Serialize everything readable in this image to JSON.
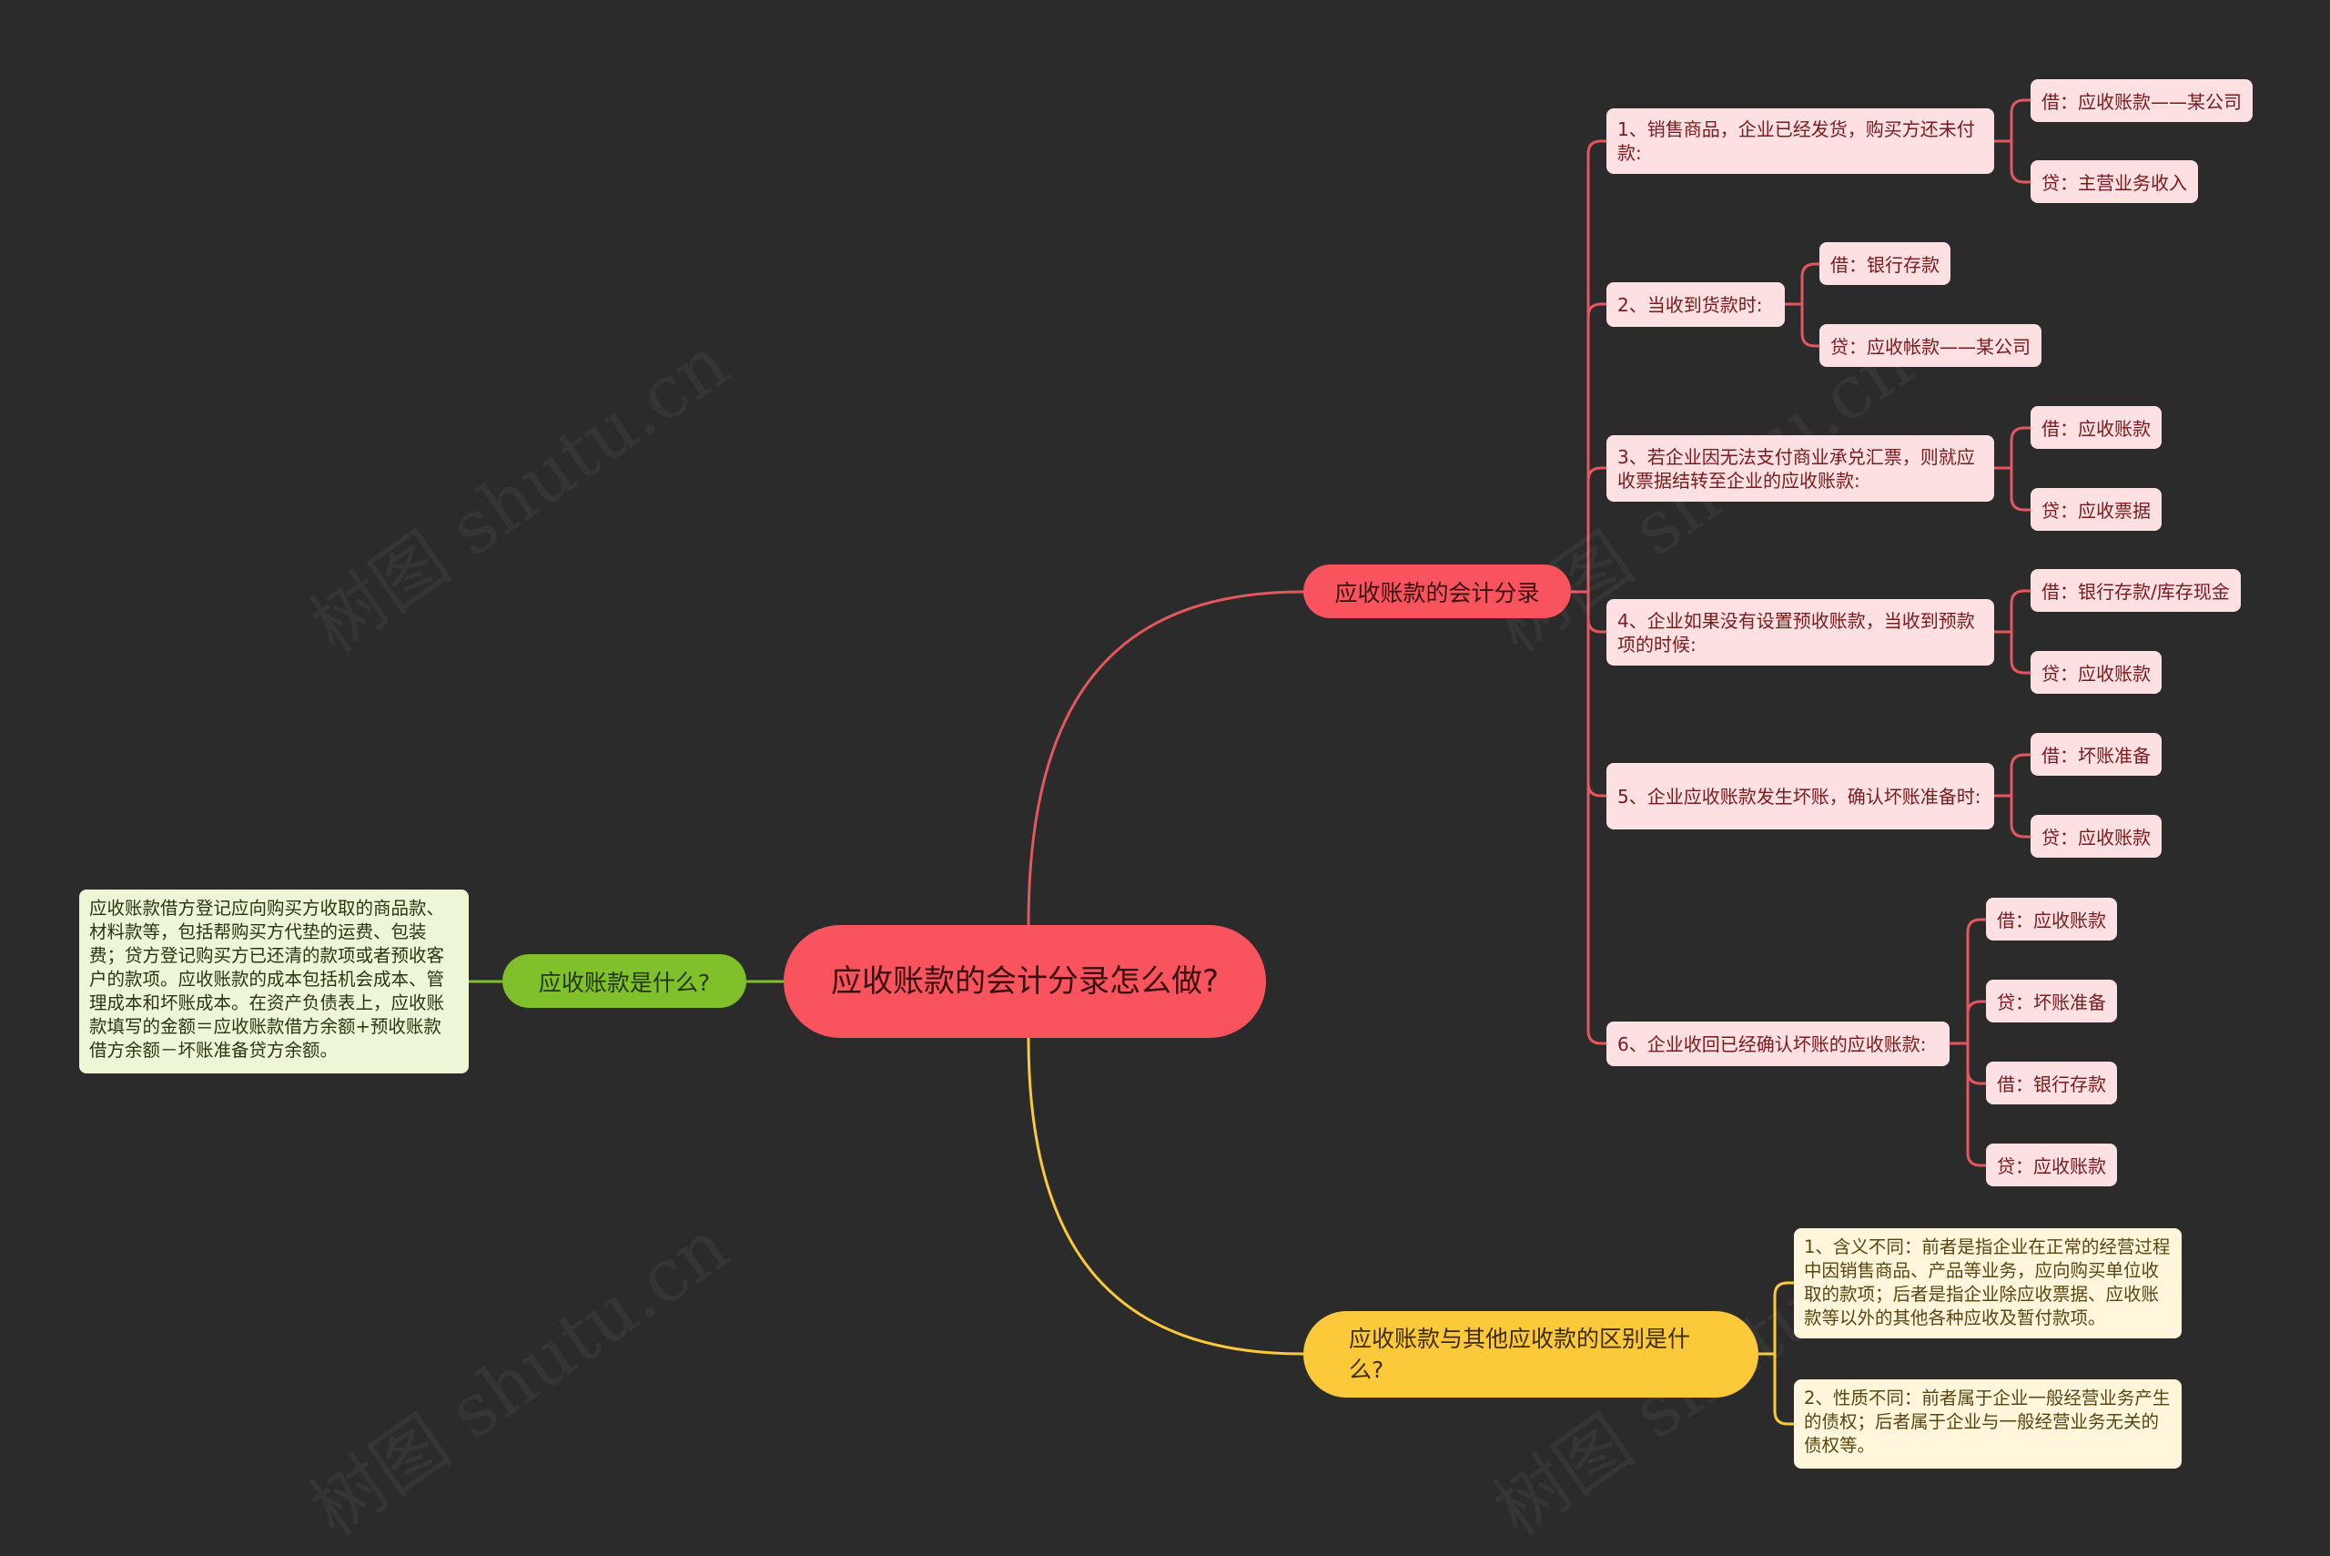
{
  "root": {
    "title": "应收账款的会计分录怎么做?"
  },
  "branches": {
    "entries": {
      "title": "应收账款的会计分录",
      "items": [
        {
          "text": "1、销售商品，企业已经发货，购买方还未付款:",
          "leaves": [
            "借：应收账款——某公司",
            "贷：主营业务收入"
          ]
        },
        {
          "text": "2、当收到货款时:",
          "leaves": [
            "借：银行存款",
            "贷：应收帐款——某公司"
          ]
        },
        {
          "text": "3、若企业因无法支付商业承兑汇票，则就应收票据结转至企业的应收账款:",
          "leaves": [
            "借：应收账款",
            "贷：应收票据"
          ]
        },
        {
          "text": "4、企业如果没有设置预收账款，当收到预款项的时候:",
          "leaves": [
            "借：银行存款/库存现金",
            "贷：应收账款"
          ]
        },
        {
          "text": "5、企业应收账款发生坏账，确认坏账准备时:",
          "leaves": [
            "借：坏账准备",
            "贷：应收账款"
          ]
        },
        {
          "text": "6、企业收回已经确认坏账的应收账款:",
          "leaves": [
            "借：应收账款",
            "贷：坏账准备",
            "借：银行存款",
            "贷：应收账款"
          ]
        }
      ]
    },
    "what": {
      "title": "应收账款是什么?",
      "note": "应收账款借方登记应向购买方收取的商品款、材料款等，包括帮购买方代垫的运费、包装费；贷方登记购买方已还清的款项或者预收客户的款项。应收账款的成本包括机会成本、管理成本和坏账成本。在资产负债表上，应收账款填写的金额＝应收账款借方余额+预收账款借方余额－坏账准备贷方余额。"
    },
    "difference": {
      "title": "应收账款与其他应收款的区别是什么?",
      "notes": [
        "1、含义不同：前者是指企业在正常的经营过程中因销售商品、产品等业务，应向购买单位收取的款项；后者是指企业除应收票据、应收账款等以外的其他各种应收及暂付款项。",
        "2、性质不同：前者属于企业一般经营业务产生的债权；后者属于企业与一般经营业务无关的债权等。"
      ]
    }
  },
  "watermark": "树图 shutu.cn",
  "colors": {
    "background": "#2b2b2c",
    "root": "#f9545d",
    "red": "#e5575e",
    "green": "#80c02a",
    "yellow": "#fcc93a"
  }
}
